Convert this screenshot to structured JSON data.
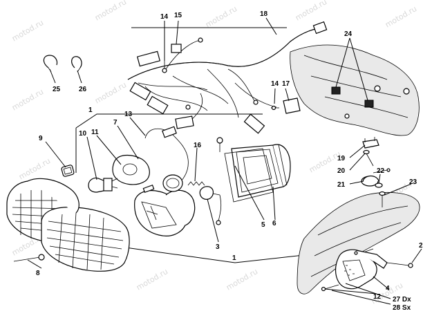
{
  "watermark": "motod.ru",
  "callouts": {
    "c1a": "1",
    "c1b": "1",
    "c2": "2",
    "c3": "3",
    "c4": "4",
    "c5": "5",
    "c6": "6",
    "c7": "7",
    "c8": "8",
    "c9": "9",
    "c10": "10",
    "c11": "11",
    "c12": "12",
    "c13": "13",
    "c14a": "14",
    "c14b": "14",
    "c15": "15",
    "c16": "16",
    "c17": "17",
    "c18": "18",
    "c19": "19",
    "c20": "20",
    "c21": "21",
    "c22": "22",
    "c23": "23",
    "c24": "24",
    "c25": "25",
    "c26": "26",
    "c27": "27 Dx",
    "c28": "28 Sx"
  }
}
